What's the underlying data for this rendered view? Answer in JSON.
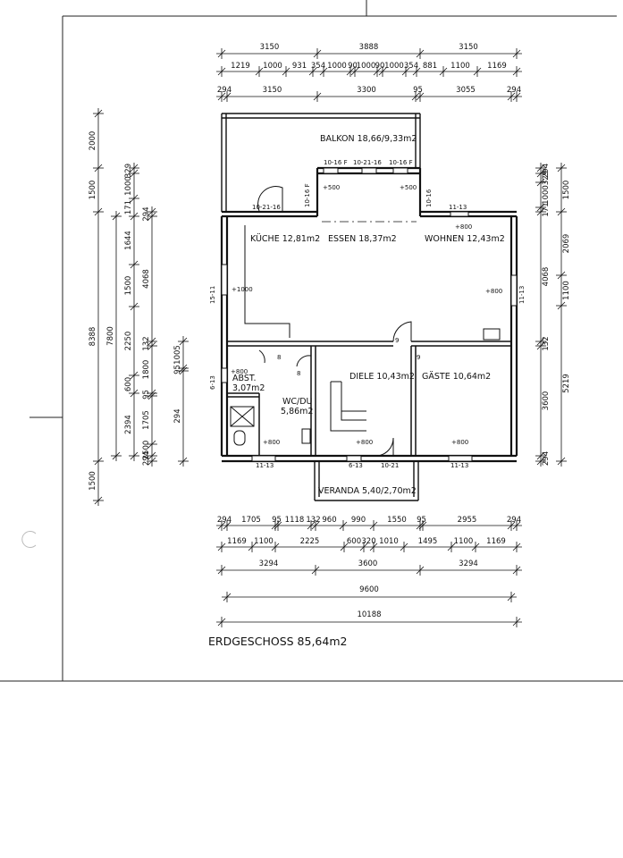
{
  "title": "ERDGESCHOSS 85,64m2",
  "rooms": {
    "balkon": "BALKON 18,66/9,33m2",
    "kueche": "KÜCHE 12,81m2",
    "essen": "ESSEN 18,37m2",
    "wohnen": "WOHNEN 12,43m2",
    "abst1": "ABST.",
    "abst2": "3,07m2",
    "wc1": "WC/DU",
    "wc2": "5,86m2",
    "diele": "DIELE 10,43m2",
    "gaeste": "GÄSTE 10,64m2",
    "veranda": "VERANDA 5,40/2,70m2"
  },
  "openings": {
    "balcony_left": "10-16 F",
    "balcony_mid": "10-21-16",
    "balcony_right": "10-16 F",
    "balcony_side_left": "10-16 F",
    "balcony_side_right": "10-16",
    "kitchen_door": "10-21-16",
    "wohnen_window": "11-13",
    "left_window": "15-11",
    "right_window": "11-13",
    "abst_window": "6-13",
    "bottom_left_window": "11-13",
    "bottom_mid_window": "6-13",
    "entrance_door": "10-21",
    "bottom_right_window": "11-13"
  },
  "sill_marks": {
    "b1": "+500",
    "b2": "+500",
    "k": "+1000",
    "w": "+800",
    "w2": "+800",
    "a": "+800",
    "bl": "+800",
    "bm": "+800",
    "br": "+800",
    "n1": "8",
    "n2": "8",
    "n3": "9",
    "n4": "9"
  },
  "top_dims": {
    "row1": [
      "3150",
      "3888",
      "3150"
    ],
    "row2": [
      "1219",
      "1000",
      "931",
      "354",
      "1000",
      "90",
      "1000",
      "90",
      "1000",
      "354",
      "881",
      "1100",
      "1169"
    ],
    "row3": [
      "294",
      "3150",
      "3300",
      "95",
      "3055",
      "294"
    ]
  },
  "bottom_dims": {
    "row1": [
      "294",
      "1705",
      "95",
      "1118",
      "132",
      "960",
      "990",
      "1550",
      "95",
      "2955",
      "294"
    ],
    "row2": [
      "1169",
      "1100",
      "2225",
      "600",
      "320",
      "1010",
      "1495",
      "1100",
      "1169"
    ],
    "row3": [
      "3294",
      "3600",
      "3294"
    ],
    "row4": [
      "9600"
    ],
    "row5": [
      "10188"
    ]
  },
  "left_dims": {
    "outer": [
      "2000",
      "1500",
      "8388",
      "1500"
    ],
    "second": [
      "7800"
    ],
    "third": [
      "329",
      "1000",
      "171",
      "1644",
      "1500",
      "2250",
      "600",
      "2394"
    ],
    "fourth": [
      "294",
      "4068",
      "132",
      "1800",
      "95",
      "1705",
      "2500",
      "294"
    ],
    "fifth": [
      "1005",
      "95",
      "294"
    ]
  },
  "right_dims": {
    "inner": [
      "294",
      "329",
      "1000",
      "171",
      "4068",
      "132",
      "3600",
      "294"
    ],
    "outer": [
      "1500",
      "2069",
      "1100",
      "5219"
    ]
  }
}
